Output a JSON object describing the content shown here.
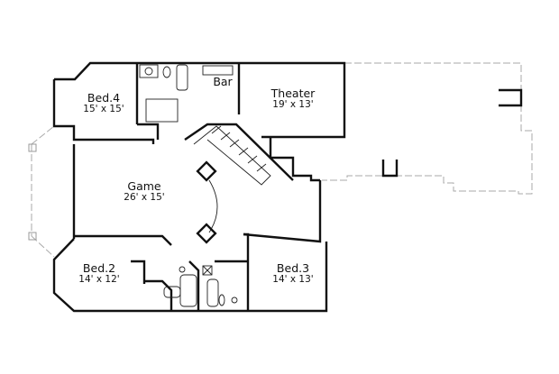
{
  "plan": {
    "type": "floor-plan",
    "rooms": [
      {
        "id": "bed4",
        "name": "Bed.4",
        "dims": "15' x 15'"
      },
      {
        "id": "bar",
        "name": "Bar",
        "dims": ""
      },
      {
        "id": "theater",
        "name": "Theater",
        "dims": "19' x 13'"
      },
      {
        "id": "game",
        "name": "Game",
        "dims": "26' x 15'"
      },
      {
        "id": "bed2",
        "name": "Bed.2",
        "dims": "14' x 12'"
      },
      {
        "id": "bed3",
        "name": "Bed.3",
        "dims": "14' x 13'"
      }
    ],
    "colors": {
      "wall": "#111111",
      "dashed_outline": "#aaaaaa",
      "background": "#ffffff"
    }
  }
}
